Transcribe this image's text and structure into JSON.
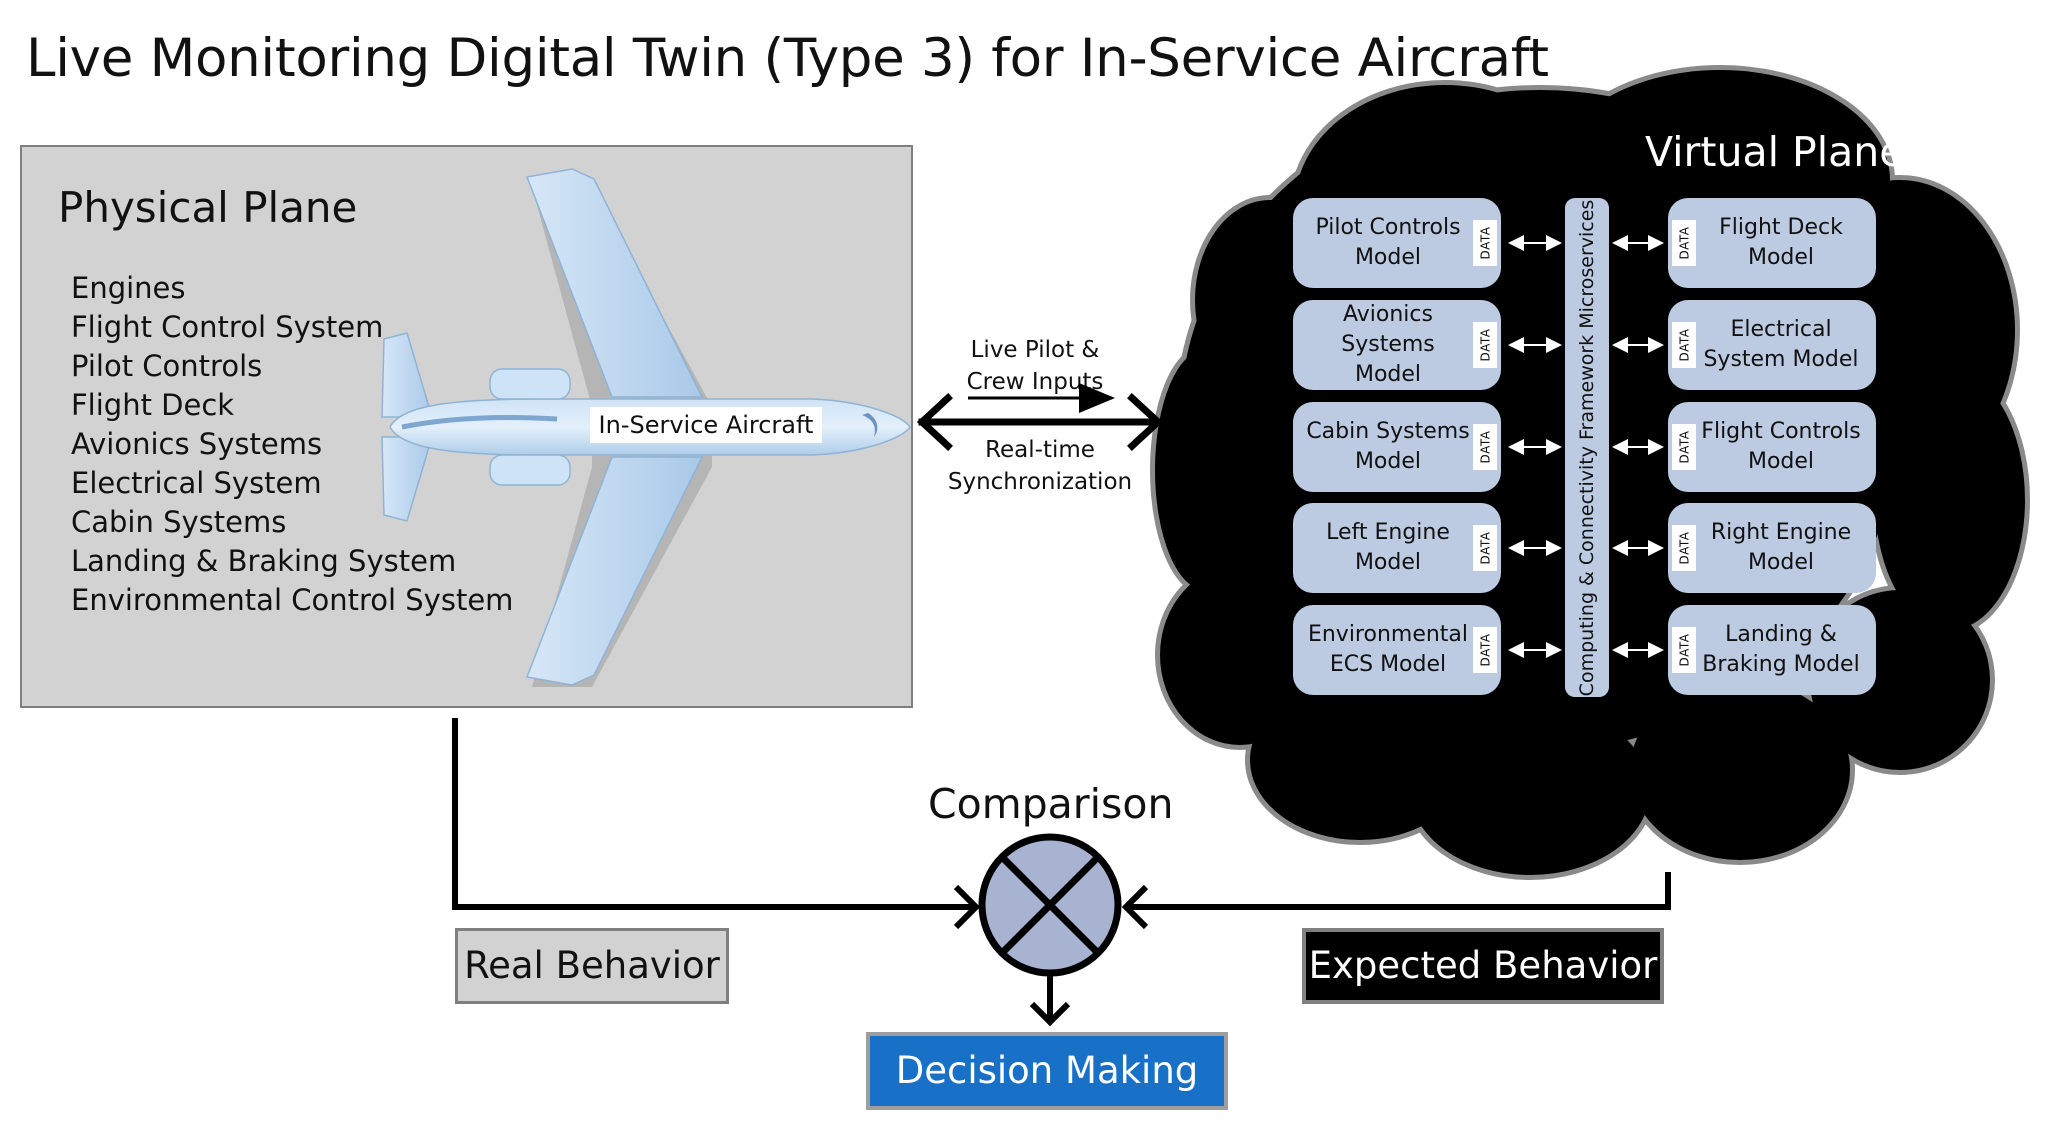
{
  "title": "Live Monitoring Digital Twin (Type 3) for In-Service Aircraft",
  "physical_plane": {
    "heading": "Physical Plane",
    "systems": [
      "Engines",
      "Flight Control System",
      "Pilot Controls",
      "Flight Deck",
      "Avionics Systems",
      "Electrical System",
      "Cabin Systems",
      "Landing & Braking System",
      "Environmental Control System"
    ],
    "aircraft_label": "In-Service Aircraft"
  },
  "link": {
    "upper_line1": "Live Pilot &",
    "upper_line2": "Crew Inputs",
    "lower_line1": "Real-time",
    "lower_line2": "Synchronization"
  },
  "virtual_plane": {
    "heading": "Virtual Plane",
    "data_tag": "DATA",
    "bus_label": "Computing & Connectivity Framework Microservices",
    "left_models": [
      {
        "line1": "Pilot Controls",
        "line2": "Model"
      },
      {
        "line1": "Avionics",
        "line2": "Systems Model"
      },
      {
        "line1": "Cabin Systems",
        "line2": "Model"
      },
      {
        "line1": "Left Engine",
        "line2": "Model"
      },
      {
        "line1": "Environmental",
        "line2": "ECS Model"
      }
    ],
    "right_models": [
      {
        "line1": "Flight Deck",
        "line2": "Model"
      },
      {
        "line1": "Electrical",
        "line2": "System Model"
      },
      {
        "line1": "Flight Controls",
        "line2": "Model"
      },
      {
        "line1": "Right Engine",
        "line2": "Model"
      },
      {
        "line1": "Landing &",
        "line2": "Braking Model"
      }
    ]
  },
  "comparison": {
    "label": "Comparison",
    "real_behavior": "Real Behavior",
    "expected_behavior": "Expected Behavior",
    "decision_making": "Decision Making"
  },
  "colors": {
    "model_fill": "#bccbe1",
    "aircraft_fill": "#c3dcf3",
    "decision_fill": "#1871c6",
    "physical_fill": "#d2d2d2",
    "cloud_fill": "#000000"
  }
}
